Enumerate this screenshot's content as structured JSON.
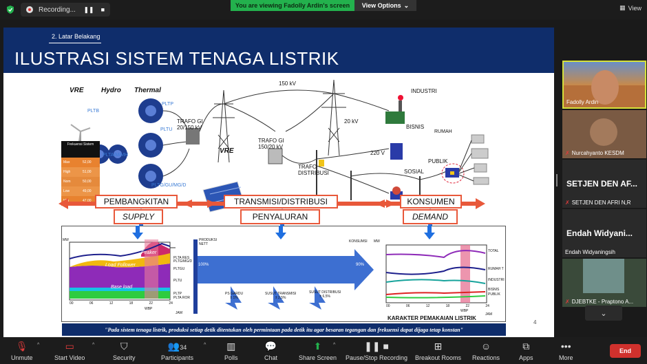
{
  "topbar": {
    "recording_label": "Recording...",
    "pause_glyph": "❚❚",
    "stop_glyph": "■",
    "viewing_banner": "You are viewing Fadolly Ardin's screen",
    "view_options": "View Options",
    "view_button": "View"
  },
  "slide": {
    "section": "2. Latar Belakang",
    "title": "ILUSTRASI SISTEM TENAGA LISTRIK",
    "labels": {
      "vre": "VRE",
      "hydro": "Hydro",
      "thermal": "Thermal",
      "pltb": "PLTB",
      "pltp": "PLTP",
      "plta": "PLTA/M/MH",
      "pltu": "PLTU",
      "pltg": "PLTG/GU/MG/D",
      "trafo_gi1": "TRAFO GI\n20/150 kV",
      "vre2": "VRE",
      "plts": "PLTS",
      "kv150": "150 kV",
      "trafo_gi2": "TRAFO GI\n150/20 kV",
      "kv20": "20 kV",
      "v220": "220 V",
      "trafo_dist": "TRAFO\nDISTRIBUSI",
      "industri": "INDUSTRI",
      "bisnis": "BISNIS",
      "rumah": "RUMAH",
      "publik": "PUBLIK",
      "sosial": "SOSIAL"
    },
    "freq_table": {
      "header": "Frekuensi Sistem",
      "rows": [
        {
          "label": "Max",
          "value": "52,00",
          "color": "#e8822f"
        },
        {
          "label": "High",
          "value": "51,00",
          "color": "#ec9548"
        },
        {
          "label": "Nom",
          "value": "50,00",
          "color": "#e58a3c"
        },
        {
          "label": "Low",
          "value": "49,00",
          "color": "#ec9548"
        },
        {
          "label": "Min",
          "value": "47,00",
          "color": "#e8822f"
        }
      ]
    },
    "pembangkitan": "PEMBANGKITAN",
    "supply": "SUPPLY",
    "transmisi": "TRANSMISI/DISTRIBUSI",
    "penyaluran": "PENYALURAN",
    "konsumen": "KONSUMEN",
    "demand": "DEMAND",
    "load_chart": {
      "mw": "MW",
      "peaker": "Peaker",
      "load_follower": "Load Follower",
      "base_load": "Base load",
      "right_labels": [
        "PLTA RES",
        "PLTG/MG/D",
        "PLTGU",
        "PLTU",
        "PLTP",
        "PLTA ROR"
      ],
      "x_ticks": [
        "00",
        "06",
        "12",
        "18",
        "22",
        "24"
      ],
      "wbp": "WBP",
      "jam": "JAM"
    },
    "flow": {
      "produksi": "PRODUKSI\nNETT",
      "pct100": "100%",
      "pct90": "90%",
      "konsumsi": "KONSUMSI",
      "ps_gardu": "PS GARDU\n± 1%",
      "susut_trans": "SUSUT TRANSMISI\n± 2,5%",
      "susut_dist": "SUSUT DISTRIBUSI\n± 6,5%"
    },
    "demand_chart": {
      "mw": "MW",
      "right_labels": [
        "TOTAL",
        "RUMAH T",
        "INDUSTRI",
        "BISNIS",
        "PUBLIK"
      ],
      "x_ticks": [
        "00",
        "06",
        "12",
        "18",
        "22",
        "24"
      ],
      "caption": "KARAKTER PEMAKAIAN LISTRIK",
      "wbp": "WBP",
      "jam": "JAM"
    },
    "quote": "\"Pada sistem tenaga listrik, produksi setiap detik ditentukan oleh permintaan pada detik itu agar besaran tegangan dan frekuensi dapat  dijaga tetap konstan\"",
    "page_number": "4"
  },
  "participants": [
    {
      "name": "Fadolly Ardin",
      "type": "video",
      "muted": false
    },
    {
      "name": "Nurcahyanto KESDM",
      "type": "video",
      "muted": true
    },
    {
      "name": "SETJEN DEN AFRI N,R",
      "big": "SETJEN DEN AF...",
      "muted": true
    },
    {
      "name": "Endah Widyaningsih",
      "big": "Endah Widyani...",
      "muted": false
    },
    {
      "name": "DJEBTKE - Praptono A...",
      "type": "video",
      "muted": true
    }
  ],
  "panel": {
    "more_glyph": "⌄"
  },
  "toolbar": {
    "unmute": "Unmute",
    "start_video": "Start Video",
    "security": "Security",
    "participants": "Participants",
    "participant_count": "34",
    "polls": "Polls",
    "chat": "Chat",
    "share_screen": "Share Screen",
    "pause_stop_recording": "Pause/Stop Recording",
    "breakout_rooms": "Breakout Rooms",
    "reactions": "Reactions",
    "apps": "Apps",
    "more": "More",
    "end": "End"
  }
}
